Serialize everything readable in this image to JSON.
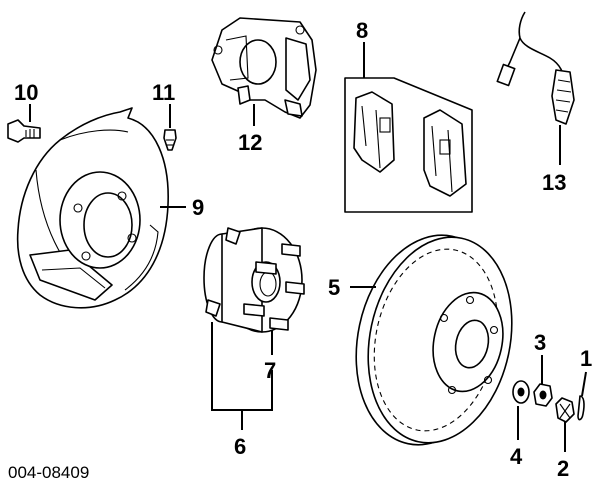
{
  "diagram": {
    "document_id": "004-08409",
    "callouts": [
      {
        "id": "1",
        "label": "1"
      },
      {
        "id": "2",
        "label": "2"
      },
      {
        "id": "3",
        "label": "3"
      },
      {
        "id": "4",
        "label": "4"
      },
      {
        "id": "5",
        "label": "5"
      },
      {
        "id": "6",
        "label": "6"
      },
      {
        "id": "7",
        "label": "7"
      },
      {
        "id": "8",
        "label": "8"
      },
      {
        "id": "9",
        "label": "9"
      },
      {
        "id": "10",
        "label": "10"
      },
      {
        "id": "11",
        "label": "11"
      },
      {
        "id": "12",
        "label": "12"
      },
      {
        "id": "13",
        "label": "13"
      }
    ]
  }
}
